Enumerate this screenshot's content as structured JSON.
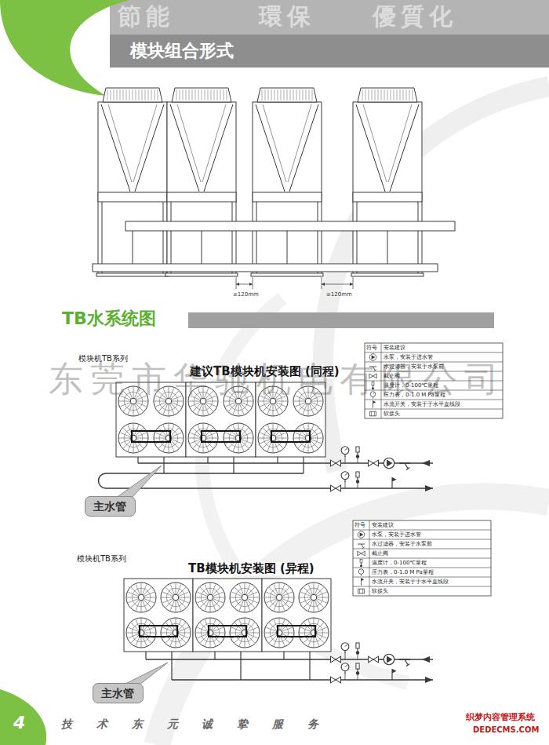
{
  "diagram": {
    "nodes": [
      {
        "text": [
          "模块组合形式"
        ]
      },
      {
        "text": [
          "TB水系统图"
        ]
      },
      {
        "text": [
          "主水管"
        ]
      },
      {
        "text": [
          "主水管"
        ]
      }
    ],
    "labels": [
      "節能",
      "環保",
      "優質化",
      "≥120mm",
      "≥120mm",
      "模块机TB系列",
      "建议TB模块机安装图 (同程)",
      "符号",
      "安装建议",
      "东莞市华驰机电有限公司",
      "模块机TB系列",
      "TB模块机安装图 (异程)",
      "符号",
      "安装建议",
      "4",
      "技 术 东 元 诚 挚 服 务",
      "织梦内容管理系统",
      "DEDECMS.COM"
    ],
    "legend": [
      {
        "text": "水泵，安装于进水管"
      },
      {
        "text": "水过滤器，安装于水泵前"
      },
      {
        "text": "截止阀"
      },
      {
        "text": "温度计，0-100℃量程"
      },
      {
        "text": "压力表，0-1.0 M Pa量程"
      },
      {
        "text": "水流开关，安装于于水平直线段"
      },
      {
        "text": "软接头"
      },
      {
        "text": "水泵，安装于进水管"
      },
      {
        "text": "水过滤器，安装于水泵前"
      },
      {
        "text": "截止阀"
      },
      {
        "text": "温度计，0-100℃量程"
      },
      {
        "text": "压力表，0-1.0 M Pa量程"
      },
      {
        "text": "水流开关，安装于于水平直线段"
      },
      {
        "text": "软接头"
      }
    ]
  }
}
